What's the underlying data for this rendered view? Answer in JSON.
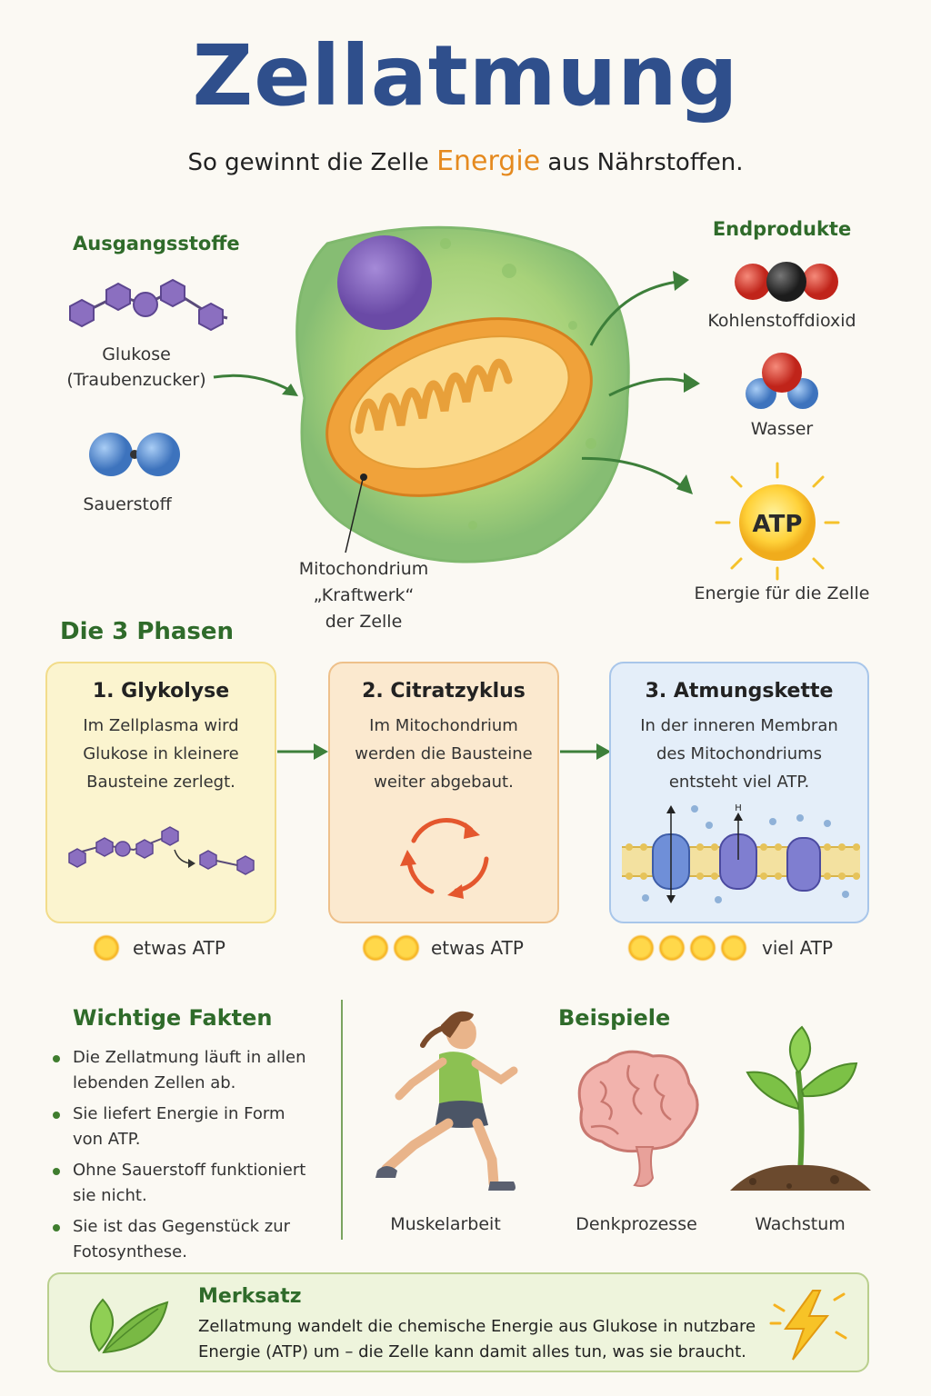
{
  "header": {
    "title": "Zellatmung",
    "subtitle_before": "So gewinnt die Zelle ",
    "subtitle_highlight": "Energie",
    "subtitle_after": " aus Nährstoffen."
  },
  "inputs": {
    "heading": "Ausgangsstoffe",
    "glucose_line1": "Glukose",
    "glucose_line2": "(Traubenzucker)",
    "oxygen": "Sauerstoff"
  },
  "cell": {
    "mito_line1": "Mitochondrium",
    "mito_line2": "„Kraftwerk“",
    "mito_line3": "der Zelle"
  },
  "outputs": {
    "heading": "Endprodukte",
    "co2": "Kohlenstoffdioxid",
    "water": "Wasser",
    "atp_symbol": "ATP",
    "atp_label": "Energie für die Zelle"
  },
  "phases": {
    "heading": "Die 3 Phasen",
    "items": [
      {
        "title": "1. Glykolyse",
        "l1": "Im Zellplasma wird",
        "l2": "Glukose in kleinere",
        "l3": "Bausteine zerlegt.",
        "atp": "etwas ATP",
        "suns": 1
      },
      {
        "title": "2. Citratzyklus",
        "l1": "Im Mitochondrium",
        "l2": "werden die Bausteine",
        "l3": "weiter abgebaut.",
        "atp": "etwas ATP",
        "suns": 2
      },
      {
        "title": "3. Atmungskette",
        "l1": "In der inneren Membran",
        "l2": "des Mitochondriums",
        "l3": "entsteht viel ATP.",
        "atp": "viel ATP",
        "suns": 4
      }
    ],
    "h_label": "H"
  },
  "facts": {
    "heading": "Wichtige Fakten",
    "items": [
      {
        "l1": "Die Zellatmung läuft in allen",
        "l2": "lebenden Zellen ab."
      },
      {
        "l1": "Sie liefert Energie in Form",
        "l2": "von ATP."
      },
      {
        "l1": "Ohne Sauerstoff funktioniert",
        "l2": "sie nicht."
      },
      {
        "l1": "Sie ist das Gegenstück zur",
        "l2": "Fotosynthese."
      }
    ]
  },
  "examples": {
    "heading": "Beispiele",
    "items": [
      "Muskelarbeit",
      "Denkprozesse",
      "Wachstum"
    ]
  },
  "merksatz": {
    "heading": "Merksatz",
    "line1": "Zellatmung wandelt die chemische Energie aus Glukose in nutzbare",
    "line2": "Energie (ATP) um – die Zelle kann damit alles tun, was sie braucht."
  },
  "colors": {
    "title_blue": "#2f4f8c",
    "heading_green": "#2f6b2a",
    "energy_orange": "#e58a1f",
    "glucose_purple": "#8b6fc0",
    "oxygen_blue": "#4a86d0"
  }
}
